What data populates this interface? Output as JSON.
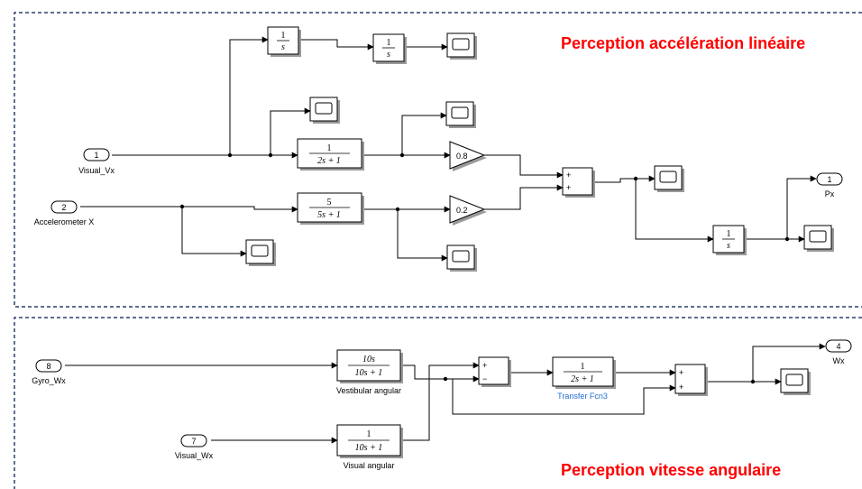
{
  "titles": {
    "linear": "Perception accélération linéaire",
    "angular": "Perception vitesse angulaire"
  },
  "ports": {
    "in1": {
      "num": "1",
      "label": "Visual_Vx"
    },
    "in2": {
      "num": "2",
      "label": "Accelerometer X"
    },
    "out1": {
      "num": "1",
      "label": "Px"
    },
    "in8": {
      "num": "8",
      "label": "Gyro_Wx"
    },
    "in7": {
      "num": "7",
      "label": "Visual_Wx"
    },
    "out4": {
      "num": "4",
      "label": "Wx"
    }
  },
  "math": {
    "one": "1",
    "s": "s",
    "den_2s1": "2s + 1",
    "five": "5",
    "den_5s1": "5s + 1",
    "num_10s": "10s",
    "den_10s1": "10s + 1"
  },
  "gains": {
    "g1": "0.8",
    "g2": "0.2"
  },
  "sum": {
    "plus": "+",
    "minus": "−"
  },
  "labels": {
    "vestibular": "Vestibular angular",
    "visual": "Visual angular",
    "transfer": "Transfer Fcn3"
  },
  "colors": {
    "title": "#ff0000",
    "frame": "#2b3e6b",
    "block_label_blue": "#1f6fd1"
  }
}
